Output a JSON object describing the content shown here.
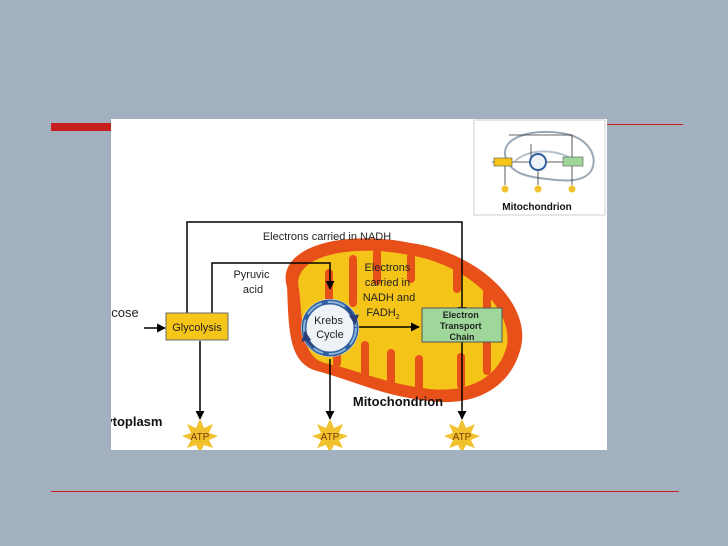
{
  "diagram": {
    "top_arrow_label": "Electrons carried in NADH",
    "pyruvic_label": [
      "Pyruvic",
      "acid"
    ],
    "electrons_label": [
      "Electrons",
      "carried in",
      "NADH and"
    ],
    "fadh_label": "FADH",
    "fadh_subscript": "2",
    "glucose_label": "Glucose",
    "glycolysis_label": "Glycolysis",
    "krebs_label": [
      "Krebs",
      "Cycle"
    ],
    "etc_label": [
      "Electron",
      "Transport",
      "Chain"
    ],
    "mitochondrion_label": "Mitochondrion",
    "cytoplasm_label": "Cytoplasm",
    "atp_labels": [
      "ATP",
      "ATP",
      "ATP"
    ],
    "thumbnail_label": "Mitochondrion"
  },
  "colors": {
    "background": "#a3b0bf",
    "accent_line": "#c81e1e",
    "membrane": "#e8501a",
    "matrix": "#f4c418",
    "glycolysis_box": "#f5c518",
    "etc_box": "#9fd79a",
    "atp_burst": "#f2c12e"
  }
}
